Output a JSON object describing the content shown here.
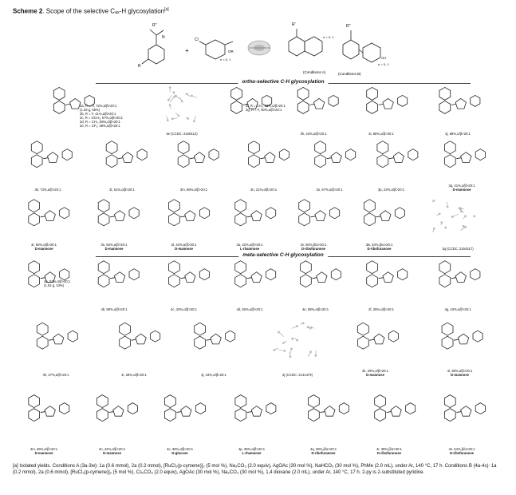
{
  "title": {
    "prefix": "Scheme 2",
    "text": ". Scope of the selective Cₐₓ-H glycosylation",
    "note": "[a]"
  },
  "top_scheme": {
    "n_label": "n = 0, 1",
    "n_label_a": "n = 0, 1",
    "n_label_b": "n = 0, 1",
    "conditions_a": "(Conditions A)",
    "conditions_b": "(Conditions B)"
  },
  "sections": {
    "ortho": "ortho-selective C-H glycosylation",
    "meta": "meta-selective C-H glycosylation"
  },
  "rows": [
    {
      "items": [
        {
          "id": "3a_group",
          "lines": [
            "3a, R = H,      72%,α/β>20:1",
            "(1.29 g, 65%)",
            "3b, R = F,      41%,α/β>20:1",
            "3c, R = OCH₃, 57%,α/β>20:1",
            "3d, R = CH₃,   56%,α/β>20:1",
            "3e, R = CF₃,   38%,α/β>20:1"
          ]
        },
        {
          "id": "3e_xtal",
          "caption": "3e (CCDC: 2150412)"
        },
        {
          "id": "3f",
          "lines": [
            "3f, R = CH₃, 58%,α/β>20:1",
            "3g, R = F,     50%,α/β>20:1"
          ]
        },
        {
          "id": "3h",
          "caption": "3h, 43%,α/β>20:1"
        },
        {
          "id": "3i",
          "caption": "3i, 66%,α/β>20:1"
        },
        {
          "id": "3j",
          "caption": "3j, 58%,α/β>20:1"
        }
      ]
    },
    {
      "items": [
        {
          "id": "3k",
          "caption": "3k, 73%,α/β>20:1"
        },
        {
          "id": "3l",
          "caption": "3l, 51%,α/β>20:1"
        },
        {
          "id": "3m",
          "caption": "3m, 66%,α/β>20:1"
        },
        {
          "id": "3n",
          "caption": "3n, 21%,α/β>20:1"
        },
        {
          "id": "3o",
          "caption": "3o, 67%,α/β>20:1"
        },
        {
          "id": "3p",
          "caption": "3p, 23%,α/β>20:1"
        },
        {
          "id": "3q",
          "caption": "3q, 41%,α/β>20:1",
          "sugar": "D-mannose"
        }
      ]
    },
    {
      "items": [
        {
          "id": "3r",
          "caption": "3r, 50%,α/β>20:1",
          "sugar": "D-mannose"
        },
        {
          "id": "3s",
          "caption": "3s, 53%,α/β>20:1",
          "sugar": "D-mannose"
        },
        {
          "id": "3t",
          "caption": "3t, 44%,α/β>20:1",
          "sugar": "D-mannose"
        },
        {
          "id": "3u",
          "caption": "3u, 42%,α/β>20:1",
          "sugar": "L-rhamnose"
        },
        {
          "id": "3v",
          "caption": "3v, 50%,β/α>20:1",
          "sugar": "D-ribofuranose"
        },
        {
          "id": "3w",
          "caption": "3w, 40%,β/α>20:1",
          "sugar": "D-ribofuranose"
        },
        {
          "id": "3q_xtal",
          "caption": "3q (CCDC: 2154317)"
        }
      ]
    },
    {
      "items": [
        {
          "id": "4a",
          "lines": [
            "4a, 52%,α/β>20:1",
            "(1.02 g, 43%)"
          ]
        },
        {
          "id": "4b",
          "caption": "4b, 59%,α/β>20:1"
        },
        {
          "id": "4c",
          "caption": "4c, 43%,α/β>20:1"
        },
        {
          "id": "4d",
          "caption": "4d, 50%,α/β>20:1"
        },
        {
          "id": "4e",
          "caption": "4e, 58%,α/β>20:1"
        },
        {
          "id": "4f",
          "caption": "4f, 25%,α/β>20:1"
        },
        {
          "id": "4g",
          "caption": "4g, 43%,α/β>20:1"
        }
      ]
    },
    {
      "items": [
        {
          "id": "4h",
          "caption": "4h, 27%,α/β>20:1"
        },
        {
          "id": "4i",
          "caption": "4i, 28%,α/β>20:1"
        },
        {
          "id": "4j",
          "caption": "4j, 44%,α/β>20:1"
        },
        {
          "id": "4j_xtal",
          "caption": "4j (CCDC: 2141479)"
        },
        {
          "id": "4k",
          "caption": "4k, 29%,α/β>20:1",
          "sugar": "D-mannose"
        },
        {
          "id": "4l",
          "caption": "4l, 38%,α/β>20:1",
          "sugar": "D-mannose"
        }
      ]
    },
    {
      "items": [
        {
          "id": "4m",
          "caption": "4m, 36%,α/β>20:1",
          "sugar": "D-mannose"
        },
        {
          "id": "4n",
          "caption": "4n, 42%,α/β>20:1",
          "sugar": "D-mannose"
        },
        {
          "id": "4o",
          "caption": "4o, 38%,α/β>20:1",
          "sugar": "D-glucose"
        },
        {
          "id": "4p",
          "caption": "4p, 36%,α/β>20:1",
          "sugar": "L-rhamnose"
        },
        {
          "id": "4q",
          "caption": "4q, 39%,β/α>20:1",
          "sugar": "D-ribofuranose"
        },
        {
          "id": "4r",
          "caption": "4r, 39%,β/α>20:1",
          "sugar": "D-ribofuranose"
        },
        {
          "id": "4s",
          "caption": "4s, 54%,β/α>20:1",
          "sugar": "D-ribofuranose"
        }
      ]
    }
  ],
  "footnote": "[a] Isolated yields. Conditions A (3a-3w): 1a (0.6 mmol), 2a (0.2 mmol), [RuCl₂(p-cymene)]₂ (5 mol %), Na₂CO₃ (2.0 equiv), AgOAc (30 mol %), NaHCO₃ (30 mol %), PhMe (2.0 mL), under Ar, 140 °C, 17 h. Conditions B (4a-4s): 1a (0.2 mmol), 2a (0.6 mmol), [RuCl₂(p-cymene)]₂ (5 mol %), Cs₂CO₃ (2.0 equiv), AgOAc (30 mol %), Na₂CO₃ (30 mol %), 1,4 dioxane (2.0 mL), under Ar, 140 °C, 17 h. 2-py is 2-substituted pyridine."
}
